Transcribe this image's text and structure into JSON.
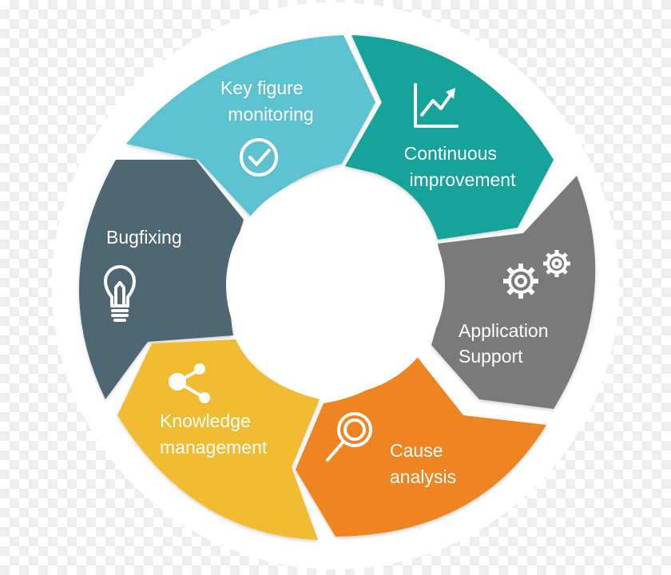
{
  "diagram": {
    "segments": [
      {
        "id": "key-figure-monitoring",
        "lines": [
          "Key figure",
          "monitoring"
        ],
        "color": "#5dc2d0",
        "icon": "checkmark-circle-icon"
      },
      {
        "id": "continuous-improvement",
        "lines": [
          "Continuous",
          "improvement"
        ],
        "color": "#17a39a",
        "icon": "trend-chart-icon"
      },
      {
        "id": "application-support",
        "lines": [
          "Application",
          "Support"
        ],
        "color": "#7a7a7a",
        "icon": "gears-icon"
      },
      {
        "id": "cause-analysis",
        "lines": [
          "Cause",
          "analysis"
        ],
        "color": "#ee8523",
        "icon": "magnifier-icon"
      },
      {
        "id": "knowledge-management",
        "lines": [
          "Knowledge",
          "management"
        ],
        "color": "#f2bc31",
        "icon": "share-icon"
      },
      {
        "id": "bugfixing",
        "lines": [
          "Bugfixing"
        ],
        "color": "#506673",
        "icon": "lightbulb-icon"
      }
    ]
  }
}
